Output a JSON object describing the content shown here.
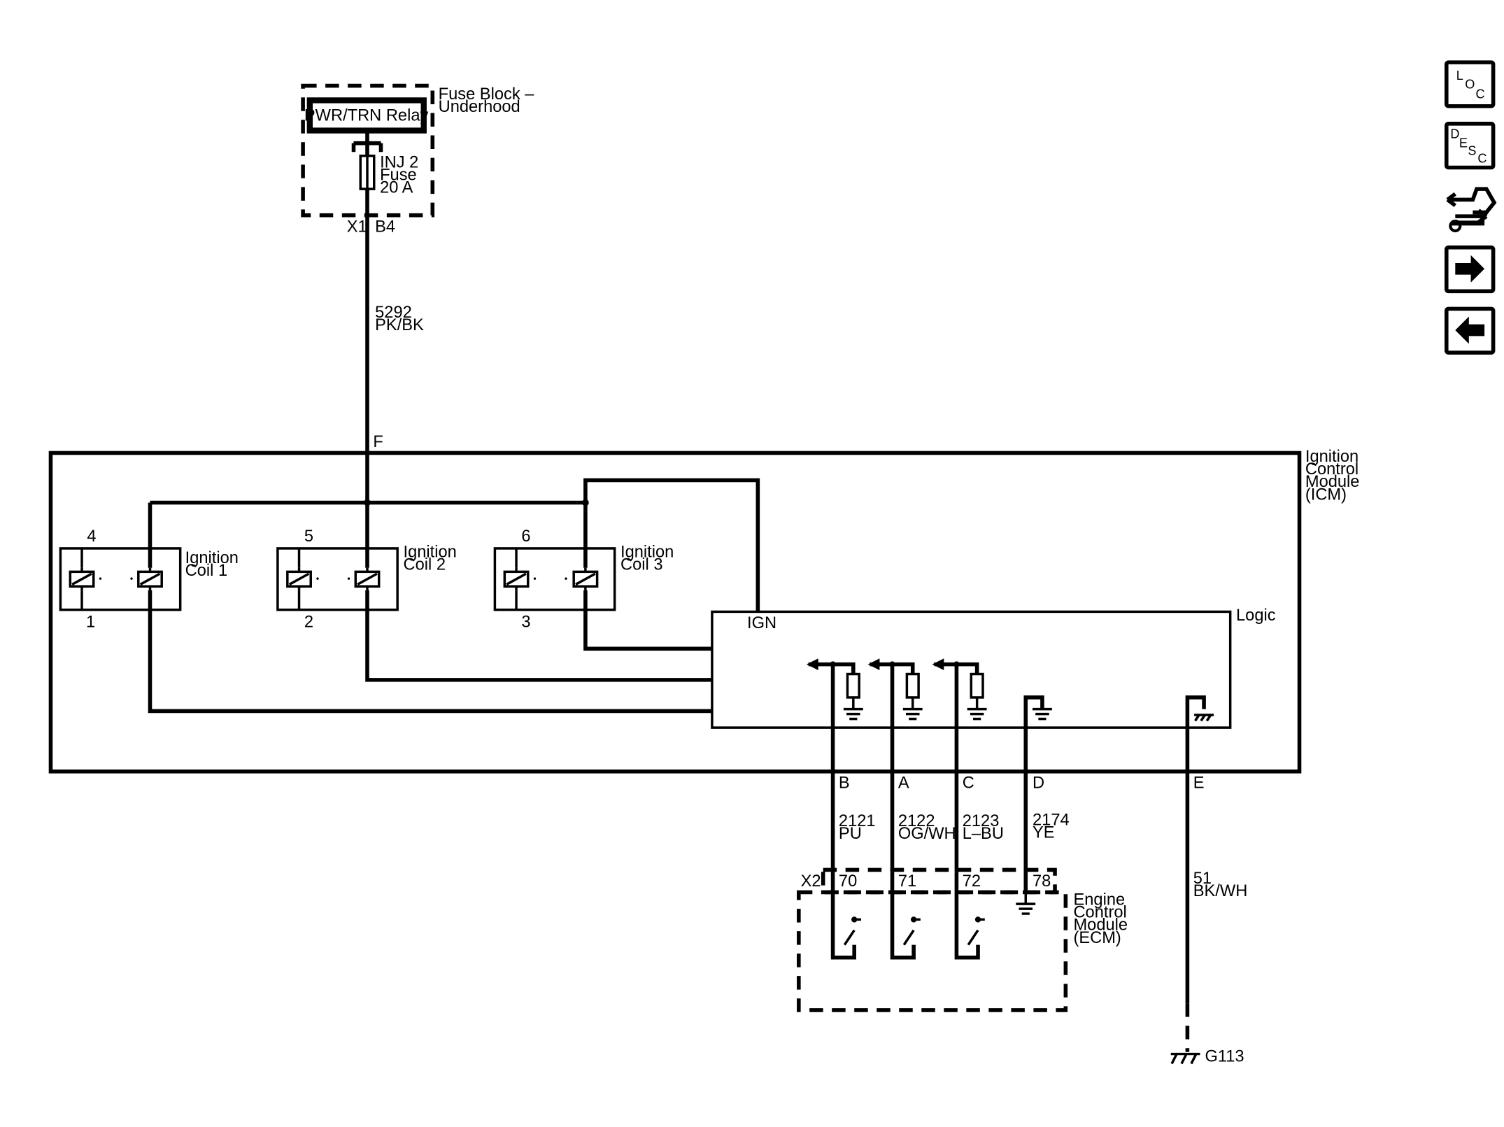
{
  "fuse_block": {
    "title_line1": "Fuse Block –",
    "title_line2": "Underhood",
    "relay_label": "PWR/TRN Relay",
    "fuse_line1": "INJ 2",
    "fuse_line2": "Fuse",
    "fuse_line3": "20 A",
    "connector": "X1",
    "pin": "B4"
  },
  "feed_wire": {
    "circuit": "5292",
    "color": "PK/BK",
    "pin": "F"
  },
  "icm": {
    "line1": "Ignition",
    "line2": "Control",
    "line3": "Module",
    "line4": "(ICM)",
    "logic_label": "Logic",
    "ign_label": "IGN",
    "coils": [
      {
        "top_pin": "4",
        "bottom_pin": "1",
        "line1": "Ignition",
        "line2": "Coil 1"
      },
      {
        "top_pin": "5",
        "bottom_pin": "2",
        "line1": "Ignition",
        "line2": "Coil 2"
      },
      {
        "top_pin": "6",
        "bottom_pin": "3",
        "line1": "Ignition",
        "line2": "Coil 3"
      }
    ]
  },
  "circuits": [
    {
      "icm_pin": "B",
      "number": "2121",
      "color": "PU",
      "ecm_pin": "70"
    },
    {
      "icm_pin": "A",
      "number": "2122",
      "color": "OG/WH",
      "ecm_pin": "71"
    },
    {
      "icm_pin": "C",
      "number": "2123",
      "color": "L–BU",
      "ecm_pin": "72"
    },
    {
      "icm_pin": "D",
      "number": "2174",
      "color": "YE",
      "ecm_pin": "78"
    }
  ],
  "ground_wire": {
    "icm_pin": "E",
    "number": "51",
    "color": "BK/WH",
    "ground": "G113"
  },
  "ecm": {
    "connector": "X2",
    "line1": "Engine",
    "line2": "Control",
    "line3": "Module",
    "line4": "(ECM)"
  },
  "nav": {
    "loc": {
      "l1": "L",
      "l2": "O",
      "l3": "C"
    },
    "desc": {
      "l1": "D",
      "l2": "E",
      "l3": "S",
      "l4": "C"
    },
    "icons": [
      "loc-icon",
      "desc-icon",
      "connector-tool-icon",
      "arrow-right-icon",
      "arrow-left-icon"
    ]
  }
}
